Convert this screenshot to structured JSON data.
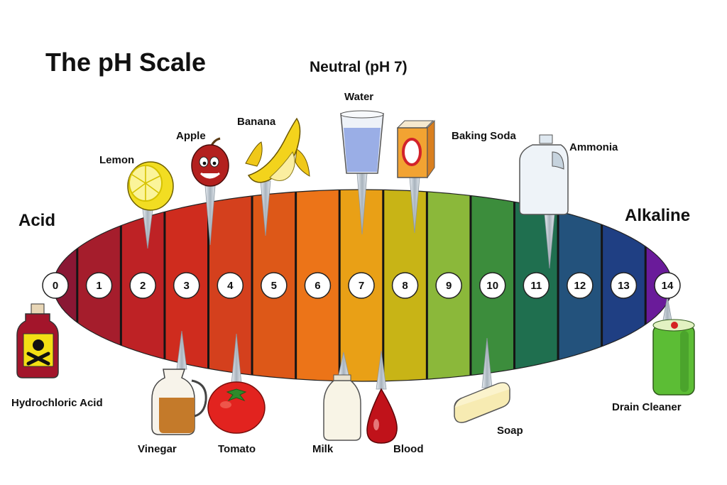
{
  "title": "The pH Scale",
  "neutral_label": "Neutral (pH 7)",
  "acid_label": "Acid",
  "alkaline_label": "Alkaline",
  "scale": {
    "min": 0,
    "max": 14,
    "ticks": [
      "0",
      "1",
      "2",
      "3",
      "4",
      "5",
      "6",
      "7",
      "8",
      "9",
      "10",
      "11",
      "12",
      "13",
      "14"
    ],
    "colors": [
      "#8a1734",
      "#a51d2c",
      "#be2225",
      "#cf2c1e",
      "#d4401d",
      "#dd5818",
      "#ec7418",
      "#e9a016",
      "#c8b416",
      "#8bb83a",
      "#3c8d3c",
      "#1f6f4f",
      "#23527c",
      "#1f3f83",
      "#252f86"
    ],
    "end_color": "#6a1b9a"
  },
  "substances": [
    {
      "label": "Hydrochloric Acid",
      "ph": 0,
      "icon": "poison-bottle-icon"
    },
    {
      "label": "Lemon",
      "ph": 2,
      "icon": "lemon-icon"
    },
    {
      "label": "Apple",
      "ph": 3,
      "icon": "apple-icon"
    },
    {
      "label": "Vinegar",
      "ph": 3,
      "icon": "vinegar-jug-icon"
    },
    {
      "label": "Tomato",
      "ph": 4,
      "icon": "tomato-icon"
    },
    {
      "label": "Banana",
      "ph": 5,
      "icon": "banana-icon"
    },
    {
      "label": "Milk",
      "ph": 6.5,
      "icon": "milk-bottle-icon"
    },
    {
      "label": "Water",
      "ph": 7,
      "icon": "water-glass-icon"
    },
    {
      "label": "Blood",
      "ph": 7.4,
      "icon": "blood-drop-icon"
    },
    {
      "label": "Baking Soda",
      "ph": 8.3,
      "icon": "baking-soda-box-icon"
    },
    {
      "label": "Soap",
      "ph": 10,
      "icon": "soap-bar-icon"
    },
    {
      "label": "Ammonia",
      "ph": 11.5,
      "icon": "ammonia-jug-icon"
    },
    {
      "label": "Drain Cleaner",
      "ph": 14,
      "icon": "drain-cleaner-can-icon"
    }
  ]
}
